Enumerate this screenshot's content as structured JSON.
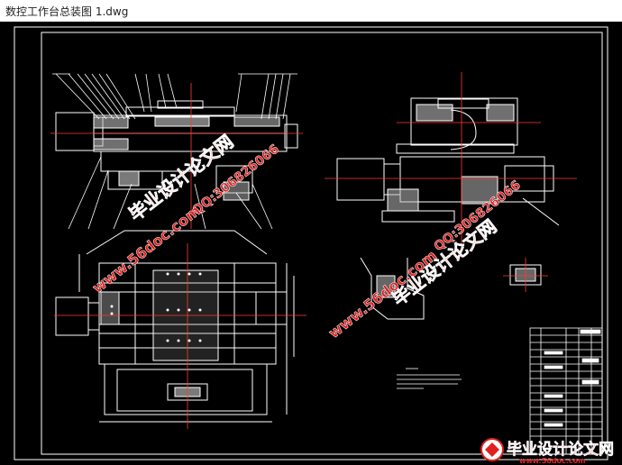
{
  "window": {
    "title": "数控工作台总装图  1.dwg"
  },
  "watermarks": {
    "site": "www.56doc.com",
    "brand": "毕业设计论文网",
    "qq": "QQ:306826066"
  },
  "footer": {
    "brand": "毕业设计论文网",
    "site": "www.56doc.com"
  },
  "colors": {
    "canvas": "#000000",
    "lines": "#ffffff",
    "center_lines": "#ff3b30",
    "watermark": "#e0201f",
    "watermark_stroke": "#ffffff"
  },
  "icons": [
    "logo-icon"
  ]
}
